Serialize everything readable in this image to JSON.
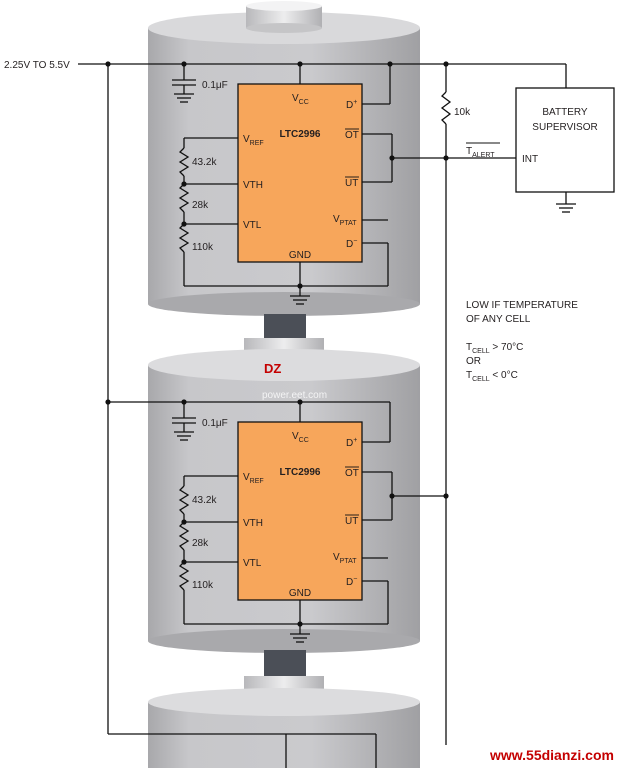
{
  "supply_label": "2.25V TO 5.5V",
  "chip_top": {
    "name": "LTC2996",
    "pins": {
      "vcc": "V",
      "vcc_sub": "CC",
      "dplus": "D",
      "dplus_sup": "+",
      "ot": "OT",
      "ut": "UT",
      "vref": "V",
      "vref_sub": "REF",
      "vth": "VTH",
      "vtl": "VTL",
      "vptat": "V",
      "vptat_sub": "PTAT",
      "dminus": "D",
      "dminus_sup": "−",
      "gnd": "GND"
    },
    "cap": "0.1μF",
    "resistors": [
      "43.2k",
      "28k",
      "110k"
    ]
  },
  "chip_bottom": {
    "name": "LTC2996",
    "pins": {
      "vcc": "V",
      "vcc_sub": "CC",
      "dplus": "D",
      "dplus_sup": "+",
      "ot": "OT",
      "ut": "UT",
      "vref": "V",
      "vref_sub": "REF",
      "vth": "VTH",
      "vtl": "VTL",
      "vptat": "V",
      "vptat_sub": "PTAT",
      "dminus": "D",
      "dminus_sup": "−",
      "gnd": "GND"
    },
    "cap": "0.1μF",
    "resistors": [
      "43.2k",
      "28k",
      "110k"
    ]
  },
  "pullup": "10k",
  "alert_label": "T",
  "alert_sub": "ALERT",
  "supervisor": {
    "line1": "BATTERY",
    "line2": "SUPERVISOR",
    "pin": "INT"
  },
  "note": {
    "line1": "LOW IF TEMPERATURE",
    "line2": "OF ANY CELL",
    "c1_main": "T",
    "c1_sub": "CELL",
    "c1_rest": " > 70°C",
    "or": "OR",
    "c2_main": "T",
    "c2_sub": "CELL",
    "c2_rest": " < 0°C"
  },
  "watermark": {
    "mid_red": "DZ",
    "mid_url": "power.eet.com",
    "corner": "www.55dianzi.com"
  }
}
